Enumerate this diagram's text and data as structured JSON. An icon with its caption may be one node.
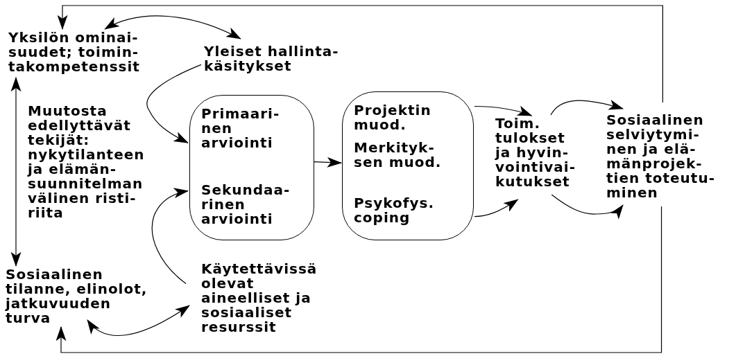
{
  "diagram": {
    "nodes": [
      {
        "text": [
          "Yksilön ominai- suudet; toimin- takompetenssit"
        ]
      },
      {
        "text": [
          "Yleiset hallinta- käsitykset"
        ]
      },
      {
        "text": [
          "Primaari- nen arviointi",
          "Sekundaa- rinen arviointi"
        ]
      },
      {
        "text": [
          "Projektin muod.",
          "Merkityk- sen muod.",
          "Psykofys. coping"
        ]
      },
      {
        "text": [
          "Toim. tulokset ja hyvin- vointivai- kutukset"
        ]
      },
      {
        "text": [
          "Sosiaalinen selviytymi- nen ja elä- mänprojek- tien toteutu- minen"
        ]
      },
      {
        "text": [
          "Sosiaalinen tilanne, elinolot, jatkuvuuden turva"
        ]
      },
      {
        "text": [
          "Käytettävissä olevat aineelliset ja sosiaaliset resurssit"
        ]
      }
    ],
    "edges": [
      {
        "from": 0,
        "to": 1,
        "arrow": "both"
      },
      {
        "from": 1,
        "to": 2,
        "arrow": "to"
      },
      {
        "from": 7,
        "to": 2,
        "arrow": "to"
      },
      {
        "from": 6,
        "to": 7,
        "arrow": "both"
      },
      {
        "from": 0,
        "to": 6,
        "arrow": "both"
      },
      {
        "from": 2,
        "to": 3,
        "arrow": "to"
      },
      {
        "from": 3,
        "to": 4,
        "arrow": "to"
      },
      {
        "from": 3,
        "to": 4,
        "arrow": "to"
      },
      {
        "from": 4,
        "to": 5,
        "arrow": "to"
      },
      {
        "from": 4,
        "to": 5,
        "arrow": "to"
      },
      {
        "from": 5,
        "to": 0,
        "arrow": "to"
      },
      {
        "from": 5,
        "to": 6,
        "arrow": "to"
      }
    ],
    "labels": [
      "Muutosta edellyttävät tekijät: nykytilanteen ja elämän- suunnitelman välinen risti- riita"
    ]
  }
}
